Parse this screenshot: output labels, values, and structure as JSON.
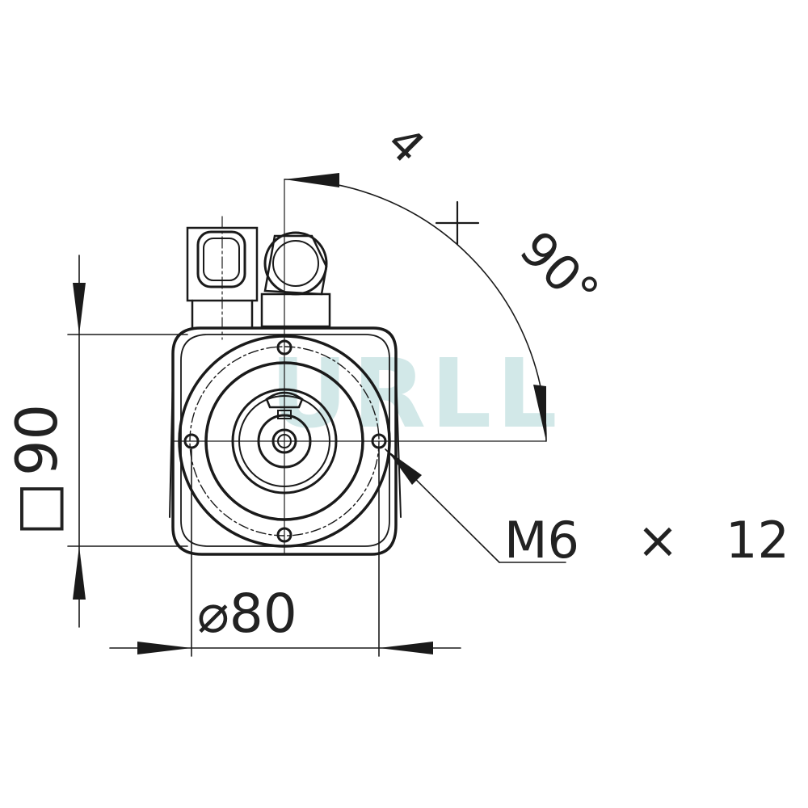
{
  "drawing": {
    "title": "",
    "colors": {
      "line": "#1a1a1a",
      "watermark": "#7fbcbc",
      "background": "#ffffff"
    }
  },
  "dimensions": {
    "square_symbol": "□",
    "square_value": "90",
    "diameter": "⌀80",
    "thread": "M6",
    "thread_times": "×",
    "thread_length": "12",
    "hole_count": "4",
    "hole_times": "×",
    "angle": "90°"
  },
  "watermark": {
    "text": "URLL"
  }
}
